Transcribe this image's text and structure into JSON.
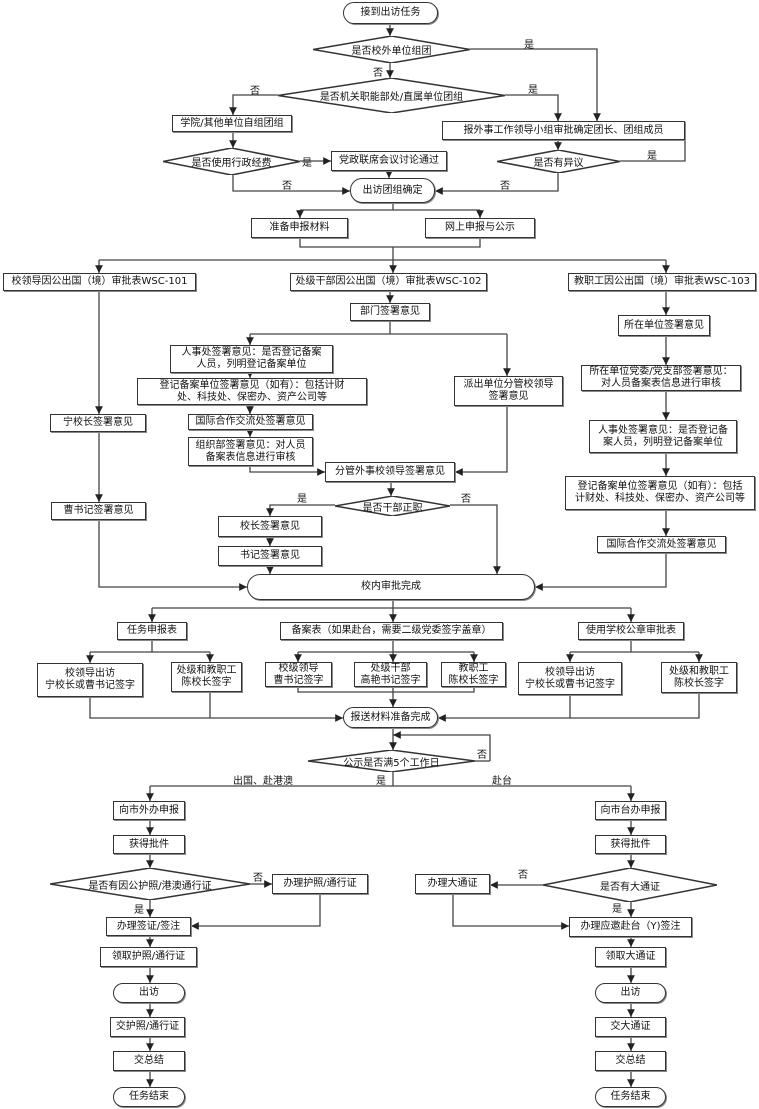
{
  "nodes": {
    "start": "接到出访任务",
    "d1": "是否校外单位组团",
    "d2": "是否机关职能部处/直属单位团组",
    "college": "学院/其他单位自组团组",
    "report_leader": "报外事工作领导小组审批确定团长、团组成员",
    "d3": "是否使用行政经费",
    "party_meeting": "党政联席会议讨论通过",
    "d4": "是否有异议",
    "team_confirmed": "出访团组确定",
    "prepare": "准备申报材料",
    "online": "网上申报与公示",
    "wsc101": "校领导因公出国（境）审批表WSC-101",
    "wsc102": "处级干部因公出国（境）审批表WSC-102",
    "wsc103": "教职工因公出国（境）审批表WSC-103",
    "dept_sign": "部门签署意见",
    "hr_sign": "人事处签署意见：是否登记备案\n人员，列明登记备案单位",
    "reg_sign": "登记备案单位签署意见（如有）：包括计财\n处、科技处、保密办、资产公司等",
    "intl_sign": "国际合作交流处签署意见",
    "org_sign": "组织部签署意见：对人员\n备案表信息进行审核",
    "dispatch_sign": "派出单位分管校领导\n签署意见",
    "foreign_leader_sign": "分管外事校领导签署意见",
    "d5": "是否干部正职",
    "president_sign": "校长签署意见",
    "secretary_sign": "书记签署意见",
    "ning_sign": "宁校长签署意见",
    "cao_sign": "曹书记签署意见",
    "unit_sign": "所在单位签署意见",
    "unit_party_sign": "所在单位党委/党支部签署意见：\n对人员备案表信息进行审核",
    "hr_sign_r": "人事处签署意见：是否登记备\n案人员，列明登记备案单位",
    "reg_sign_r": "登记备案单位签署意见（如有）：包括\n计财处、科技处、保密办、资产公司等",
    "intl_sign_r": "国际合作交流处签署意见",
    "internal_done": "校内审批完成",
    "task_form": "任务申报表",
    "record_form": "备案表（如果赴台，需要二级党委签字盖章）",
    "seal_form": "使用学校公章审批表",
    "s1": "校领导出访\n宁校长或曹书记签字",
    "s2": "处级和教职工\n陈校长签字",
    "s3": "校级领导\n曹书记签字",
    "s4": "处级干部\n高艳书记签字",
    "s5": "教职工\n陈校长签字",
    "s6": "校领导出访\n宁校长或曹书记签字",
    "s7": "处级和教职工\n陈校长签字",
    "materials_done": "报送材料准备完成",
    "d6": "公示是否满5个工作日",
    "l_apply": "向市外办申报",
    "l_approval": "获得批件",
    "d7": "是否有因公护照/港澳通行证",
    "l_passport": "办理护照/通行证",
    "l_visa": "办理签证/签注",
    "l_collect": "领取护照/通行证",
    "l_visit": "出访",
    "l_return": "交护照/通行证",
    "l_summary": "交总结",
    "l_end": "任务结束",
    "r_apply": "向市台办申报",
    "r_approval": "获得批件",
    "d8": "是否有大通证",
    "r_pass": "办理大通证",
    "r_visa": "办理应邀赴台（Y)签注",
    "r_collect": "领取大通证",
    "r_visit": "出访",
    "r_return": "交大通证",
    "r_summary": "交总结",
    "r_end": "任务结束"
  },
  "labels": {
    "yes": "是",
    "no": "否",
    "abroad": "出国、赴港澳",
    "taiwan": "赴台"
  },
  "colors": {
    "line": "#333333",
    "background": "#ffffff"
  }
}
